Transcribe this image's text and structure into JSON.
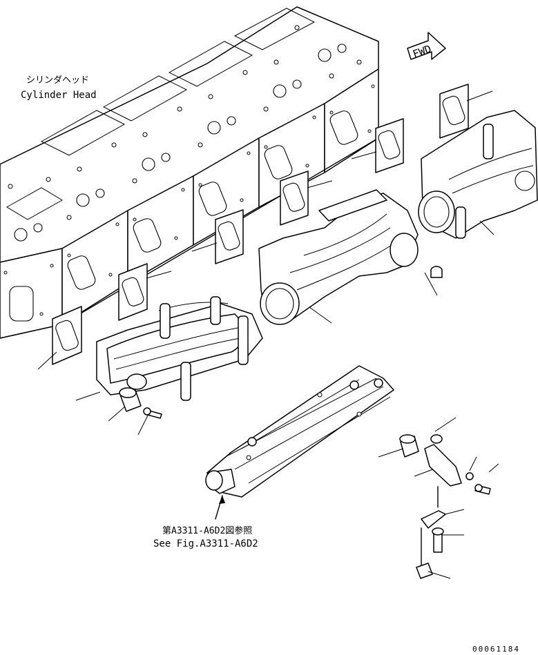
{
  "labels": {
    "cylinder_head_jp": "シリンダヘッド",
    "cylinder_head_en": "Cylinder Head",
    "fwd": "FWD",
    "reference_jp": "第A3311-A6D2図参照",
    "reference_en": "See Fig.A3311-A6D2",
    "drawing_number": "00061184"
  },
  "colors": {
    "line": "#000000",
    "background": "#ffffff"
  }
}
